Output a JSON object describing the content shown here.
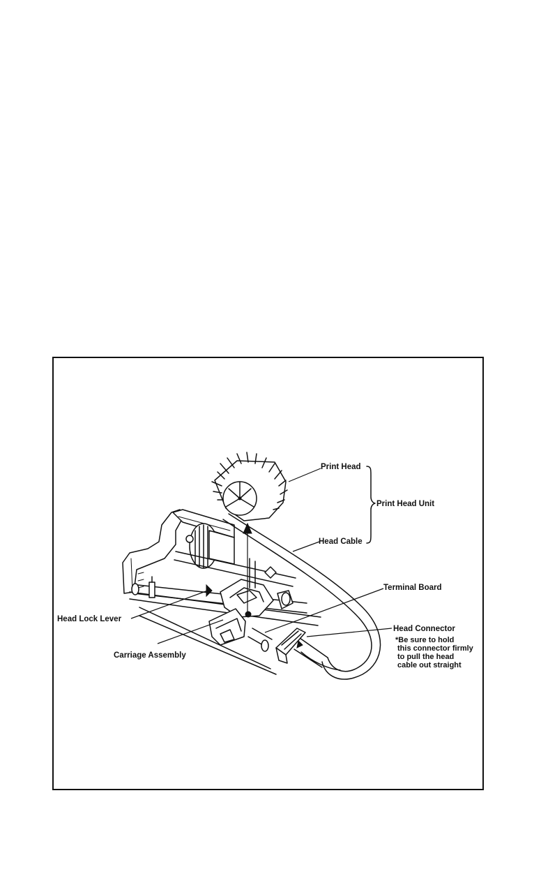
{
  "labels": {
    "print_head": "Print Head",
    "print_head_unit": "Print Head Unit",
    "head_cable": "Head Cable",
    "terminal_board": "Terminal Board",
    "head_lock_lever": "Head Lock Lever",
    "carriage_assembly": "Carriage Assembly",
    "head_connector": "Head Connector",
    "head_connector_note": [
      "*Be sure to hold",
      "this connector firmly",
      "to pull the head",
      "cable out straight"
    ]
  }
}
